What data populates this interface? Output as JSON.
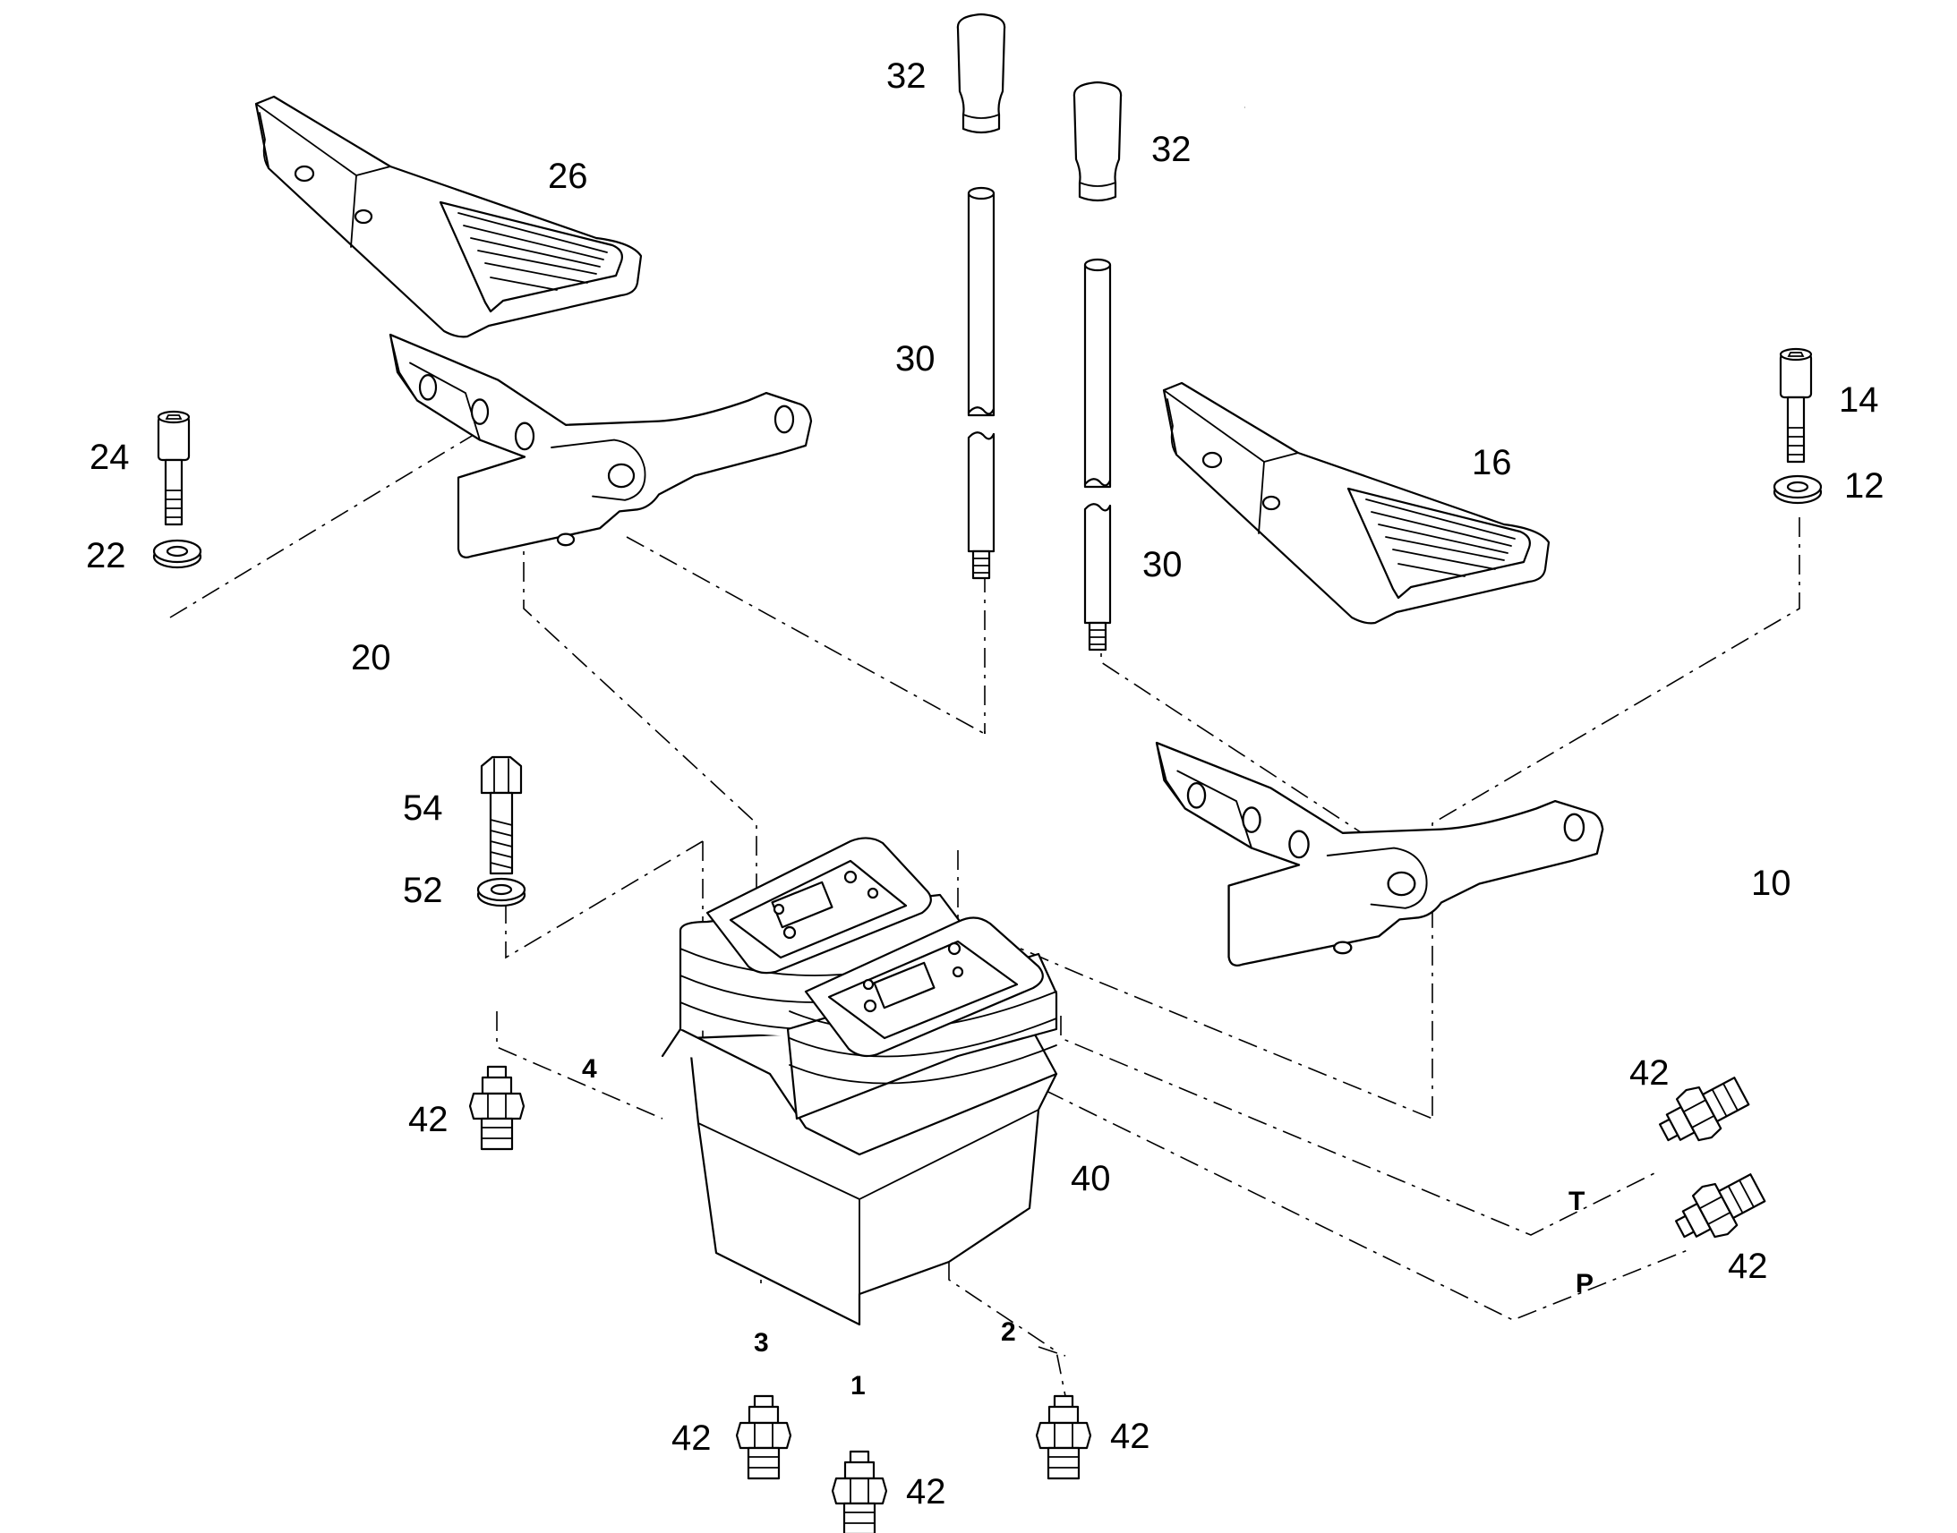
{
  "callouts": {
    "c32a": "32",
    "c32b": "32",
    "c26": "26",
    "c30a": "30",
    "c30b": "30",
    "c14": "14",
    "c12": "12",
    "c16": "16",
    "c24": "24",
    "c22": "22",
    "c20": "20",
    "c54": "54",
    "c52": "52",
    "c10": "10",
    "c40": "40",
    "c42_left": "42",
    "c42_t": "42",
    "c42_p": "42",
    "c42_b1": "42",
    "c42_b2": "42",
    "c42_b3": "42"
  },
  "ports": {
    "p4": "4",
    "p3": "3",
    "p1": "1",
    "p2": "2",
    "pT": "T",
    "pP": "P"
  }
}
